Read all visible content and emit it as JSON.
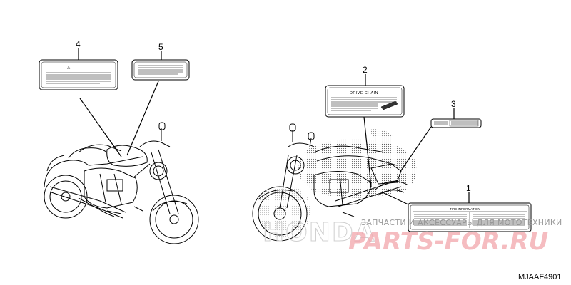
{
  "callouts": [
    {
      "id": "1",
      "label": "1"
    },
    {
      "id": "2",
      "label": "2"
    },
    {
      "id": "3",
      "label": "3"
    },
    {
      "id": "4",
      "label": "4"
    },
    {
      "id": "5",
      "label": "5"
    }
  ],
  "decals": {
    "drive_chain_title": "DRIVE CHAIN",
    "tire_info_title": "TIRE INFORMATION",
    "warning_symbol": "△"
  },
  "diagram_code": "MJAAF4901",
  "watermark": {
    "ghost_brand": "HONDA",
    "tagline": "ЗАПЧАСТИ И АКСЕССУАРЫ ДЛЯ МОТОТЕХНИКИ",
    "site": "PARTS-FOR.RU"
  },
  "colors": {
    "line": "#000000",
    "watermark_red": "#f2a6ac",
    "watermark_gray": "#9a9a9a"
  }
}
